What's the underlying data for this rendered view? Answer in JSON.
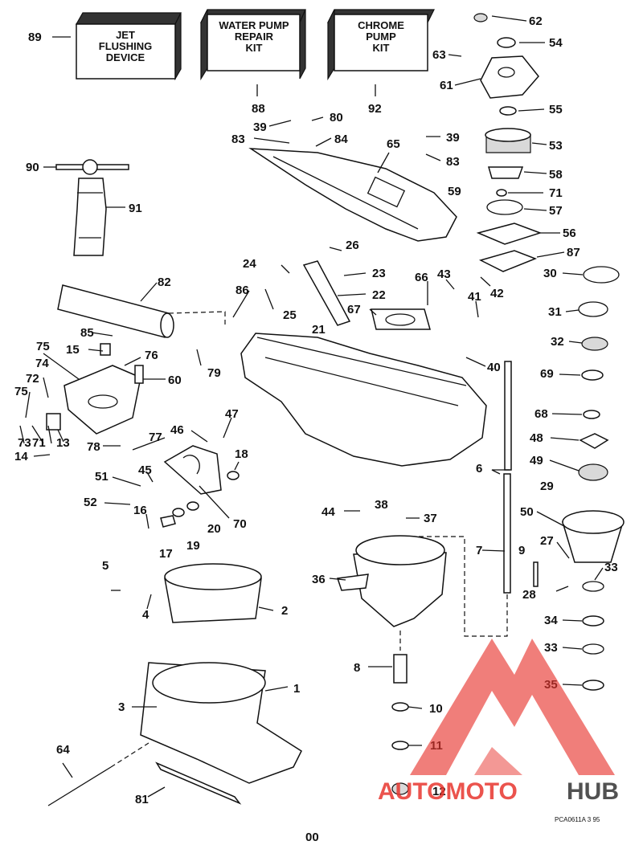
{
  "kits": [
    {
      "id": "89",
      "lines": [
        "JET",
        "FLUSHING",
        "DEVICE"
      ]
    },
    {
      "id": "88",
      "lines": [
        "WATER PUMP",
        "REPAIR",
        "KIT"
      ]
    },
    {
      "id": "92",
      "lines": [
        "CHROME",
        "PUMP",
        "KIT"
      ]
    }
  ],
  "part_numbers": [
    "1",
    "2",
    "3",
    "4",
    "5",
    "6",
    "7",
    "8",
    "9",
    "10",
    "11",
    "12",
    "13",
    "14",
    "15",
    "16",
    "17",
    "18",
    "19",
    "20",
    "21",
    "22",
    "23",
    "24",
    "25",
    "26",
    "27",
    "28",
    "29",
    "30",
    "31",
    "32",
    "33",
    "33",
    "34",
    "35",
    "36",
    "37",
    "38",
    "39",
    "39",
    "40",
    "41",
    "42",
    "43",
    "44",
    "45",
    "46",
    "47",
    "48",
    "49",
    "50",
    "51",
    "52",
    "53",
    "54",
    "55",
    "56",
    "57",
    "58",
    "59",
    "60",
    "61",
    "62",
    "63",
    "64",
    "65",
    "66",
    "67",
    "68",
    "69",
    "70",
    "71",
    "71",
    "72",
    "73",
    "74",
    "75",
    "75",
    "76",
    "77",
    "78",
    "79",
    "80",
    "81",
    "82",
    "83",
    "83",
    "84",
    "85",
    "86",
    "87",
    "90",
    "91"
  ],
  "footer": {
    "code": "PCA0611A   3 95",
    "page": "00"
  },
  "watermark": {
    "brand_part1": "AUTOMOTO",
    "brand_part2": "HUB",
    "accent_color": "#e8362f",
    "secondary_color": "#333333"
  }
}
